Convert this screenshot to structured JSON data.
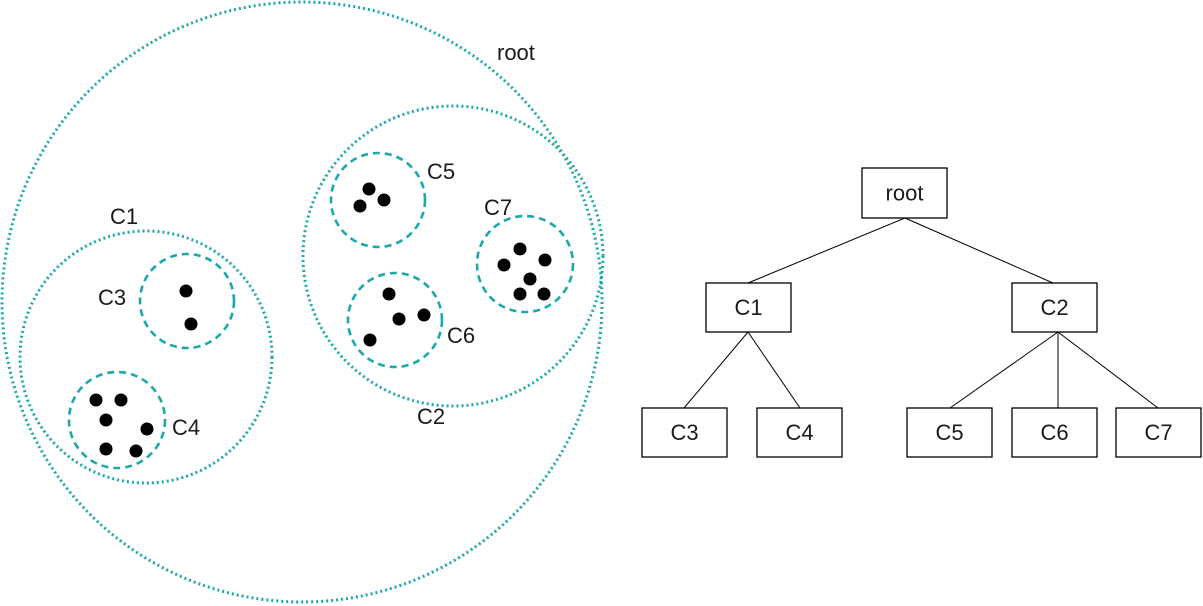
{
  "colors": {
    "cluster": "#1aa8a8",
    "ink": "#000000"
  },
  "labels": {
    "root": "root",
    "c1": "C1",
    "c2": "C2",
    "c3": "C3",
    "c4": "C4",
    "c5": "C5",
    "c6": "C6",
    "c7": "C7"
  },
  "tree": {
    "nodes": [
      {
        "id": "root",
        "label": "root"
      },
      {
        "id": "c1",
        "label": "C1"
      },
      {
        "id": "c2",
        "label": "C2"
      },
      {
        "id": "c3",
        "label": "C3"
      },
      {
        "id": "c4",
        "label": "C4"
      },
      {
        "id": "c5",
        "label": "C5"
      },
      {
        "id": "c6",
        "label": "C6"
      },
      {
        "id": "c7",
        "label": "C7"
      }
    ],
    "edges": [
      [
        "root",
        "c1"
      ],
      [
        "root",
        "c2"
      ],
      [
        "c1",
        "c3"
      ],
      [
        "c1",
        "c4"
      ],
      [
        "c2",
        "c5"
      ],
      [
        "c2",
        "c6"
      ],
      [
        "c2",
        "c7"
      ]
    ]
  }
}
